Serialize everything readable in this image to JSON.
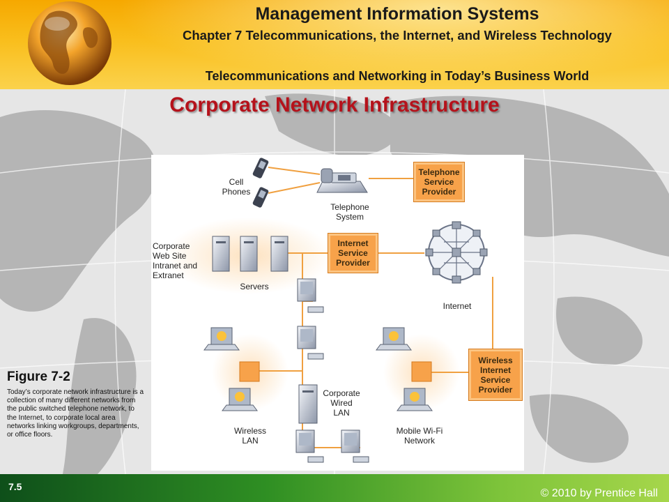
{
  "header": {
    "course_title": "Management Information Systems",
    "chapter_title": "Chapter 7 Telecommunications, the Internet, and Wireless Technology",
    "section_title": "Telecommunications and Networking in Today’s Business World"
  },
  "slide": {
    "title": "Corporate Network Infrastructure"
  },
  "figure": {
    "labels": {
      "cell_phones": "Cell\nPhones",
      "telephone_system": "Telephone\nSystem",
      "corporate_site": "Corporate\nWeb Site\nIntranet and\nExtranet",
      "servers": "Servers",
      "internet": "Internet",
      "corporate_lan": "Corporate\nWired\nLAN",
      "wireless_lan": "Wireless\nLAN",
      "mobile_wifi": "Mobile Wi-Fi\nNetwork"
    },
    "boxes": {
      "telephone_provider": "Telephone\nService\nProvider",
      "internet_provider": "Internet\nService\nProvider",
      "wireless_provider": "Wireless\nInternet\nService\nProvider"
    },
    "colors": {
      "box_fill": "#f7a24a",
      "connector": "#f0a040",
      "glow": "#fde2c0"
    }
  },
  "caption": {
    "label": "Figure 7-2",
    "text": "Today’s corporate network infrastructure is a collection of many different networks from the public switched telephone network, to the Internet, to corporate local area networks linking workgroups, departments, or office floors."
  },
  "footer": {
    "slide_number": "7.5",
    "copyright": "© 2010 by Prentice Hall"
  }
}
